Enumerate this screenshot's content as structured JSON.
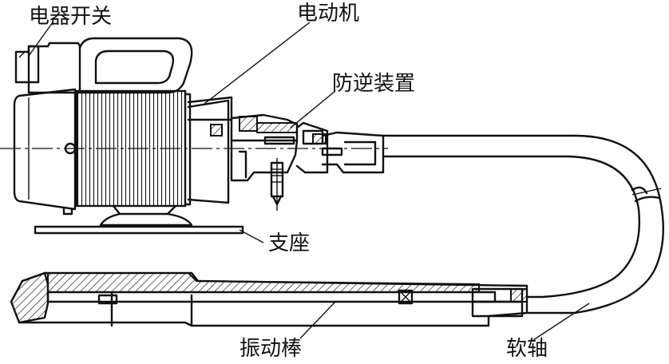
{
  "labels": {
    "switch": "电器开关",
    "motor": "电动机",
    "reverse": "防逆装置",
    "base": "支座",
    "rod": "振动棒",
    "shaft": "软轴"
  },
  "colors": {
    "ink": "#111111",
    "background": "#ffffff"
  }
}
